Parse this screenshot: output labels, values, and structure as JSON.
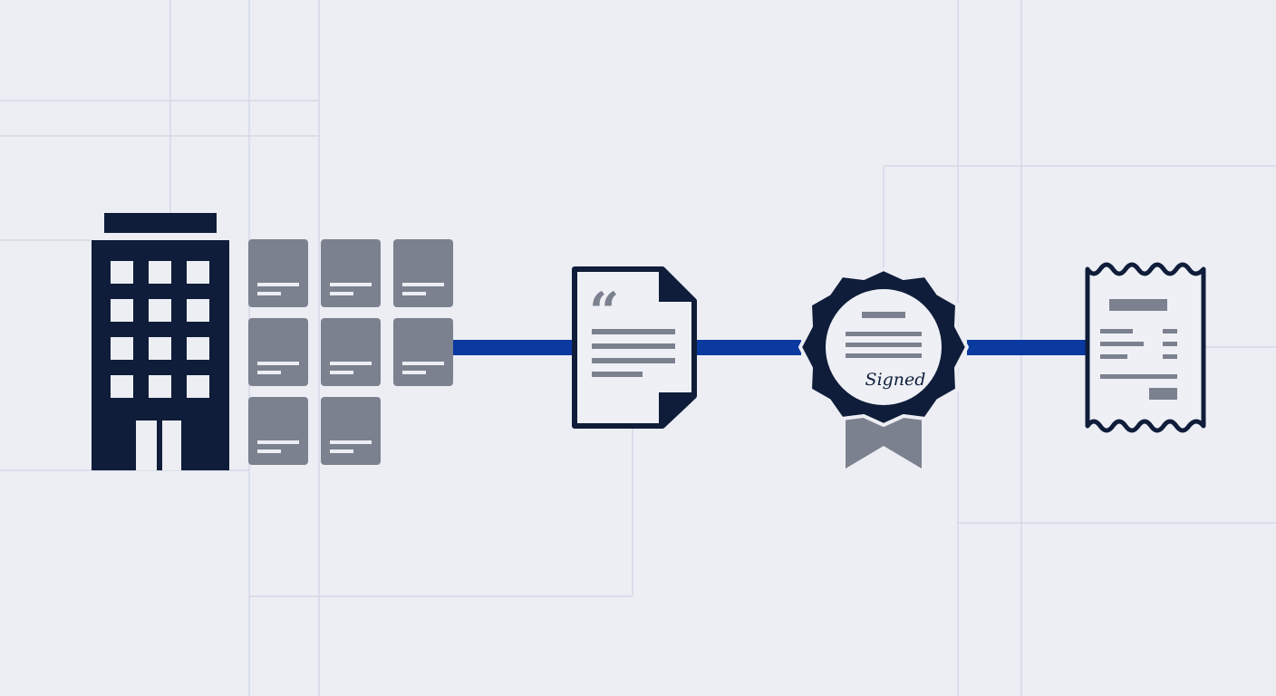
{
  "colors": {
    "background": "#eceef4",
    "grid_line": "#d3d8e6",
    "navy": "#0f1d3a",
    "gray": "#7b818e",
    "connector": "#0a3aa0",
    "paper": "#eef0f5"
  },
  "diagram": {
    "stages": [
      {
        "name": "building",
        "icon": "office-building-icon"
      },
      {
        "name": "files",
        "icon": "file-grid-icon"
      },
      {
        "name": "quote-document",
        "icon": "quote-document-icon"
      },
      {
        "name": "signed-seal",
        "icon": "seal-ribbon-icon",
        "label": "Signed"
      },
      {
        "name": "receipt",
        "icon": "receipt-icon"
      }
    ]
  }
}
